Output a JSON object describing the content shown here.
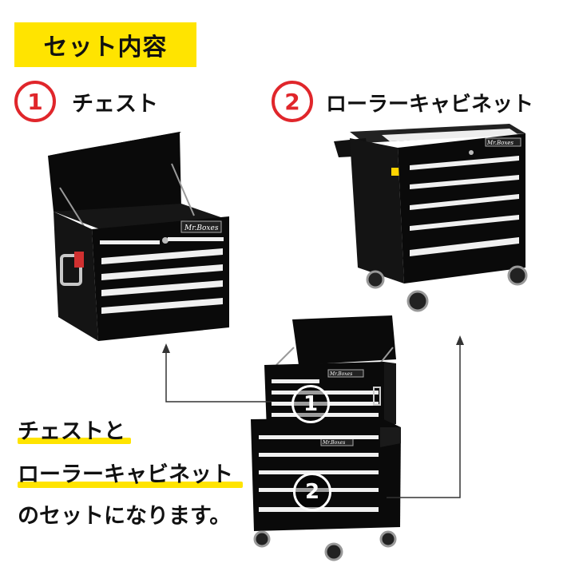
{
  "title": "セット内容",
  "items": [
    {
      "number": "1",
      "label": "チェスト"
    },
    {
      "number": "2",
      "label": "ローラーキャビネット"
    }
  ],
  "caption": {
    "line1": "チェストと",
    "line2": "ローラーキャビネット",
    "line3": "のセットになります。"
  },
  "brand": "Mr.Boxes",
  "stack_labels": {
    "top": "1",
    "bottom": "2"
  },
  "colors": {
    "accent_yellow": "#ffe400",
    "accent_red": "#e0262b",
    "body": "#0a0a0a"
  }
}
